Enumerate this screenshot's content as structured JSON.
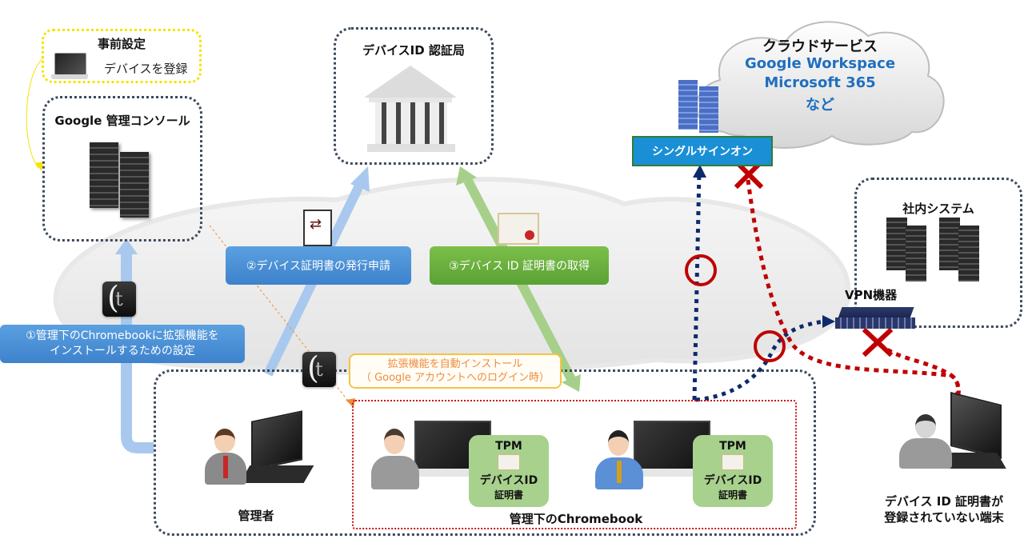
{
  "pre_setup": {
    "title": "事前設定",
    "label": "デバイスを登録",
    "icon": "laptop-icon"
  },
  "google_console": {
    "title": "Google 管理コンソール",
    "icon": "server-rack-icon"
  },
  "ca": {
    "title": "デバイスID 認証局",
    "icon": "bank-building-icon"
  },
  "cloud": {
    "title": "クラウドサービス",
    "services": [
      "Google Workspace",
      "Microsoft 365",
      "など"
    ],
    "service_color": "#1f6fbf"
  },
  "sso": {
    "label": "シングルサインオン",
    "icon": "server-rack-icon"
  },
  "internal": {
    "title": "社内システム",
    "vpn_label": "VPN機器"
  },
  "steps": {
    "step1_line1": "①管理下のChromebookに拡張機能を",
    "step1_line2": "インストールするための設定",
    "step2": "②デバイス証明書の発行申請",
    "step3": "③デバイス ID 証明書の取得"
  },
  "auto_install": {
    "line1": "拡張機能を自動インストール",
    "line2": "（ Google アカウントへのログイン時）"
  },
  "admin": {
    "label": "管理者"
  },
  "managed": {
    "label": "管理下のChromebook",
    "tpm_title": "TPM",
    "tpm_cert_line1": "デバイスID",
    "tpm_cert_line2": "証明書"
  },
  "unregistered": {
    "line1": "デバイス ID 証明書が",
    "line2": "登録されていない端末"
  },
  "colors": {
    "step_blue": "#4a90d9",
    "step_green": "#6ab04c",
    "allowed_path": "#0d2b6b",
    "denied_path": "#c00000",
    "sso_bg": "#1b8fd6"
  }
}
